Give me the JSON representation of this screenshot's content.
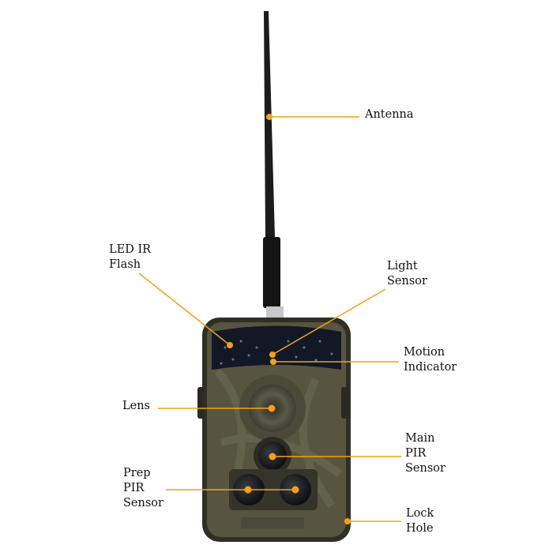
{
  "title": "Trail camera parts diagram",
  "colors": {
    "accent": "#f2a11c",
    "body": "#55543f",
    "ir_panel": "#121826"
  },
  "labels": {
    "antenna": [
      "Antenna"
    ],
    "led_ir_flash": [
      "LED IR",
      "Flash"
    ],
    "light_sensor": [
      "Light",
      "Sensor"
    ],
    "motion_indicator": [
      "Motion",
      "Indicator"
    ],
    "lens": [
      "Lens"
    ],
    "main_pir_sensor": [
      "Main",
      "PIR",
      "Sensor"
    ],
    "prep_pir_sensor": [
      "Prep",
      "PIR",
      "Sensor"
    ],
    "lock_hole": [
      "Lock",
      "Hole"
    ]
  }
}
